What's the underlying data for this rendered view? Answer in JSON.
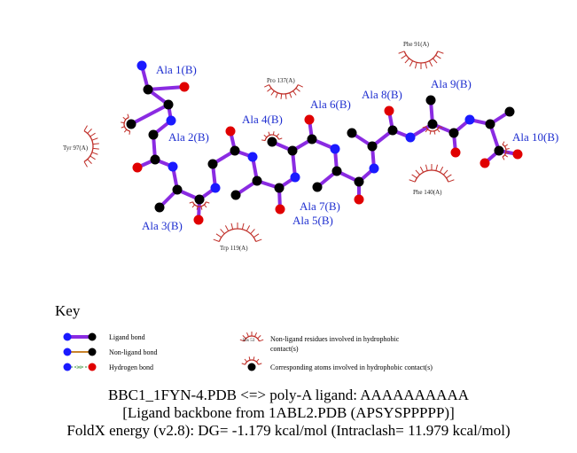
{
  "diagram": {
    "residue_labels": [
      "Ala 1(B)",
      "Ala 2(B)",
      "Ala 3(B)",
      "Ala 4(B)",
      "Ala 5(B)",
      "Ala 6(B)",
      "Ala 7(B)",
      "Ala 8(B)",
      "Ala 9(B)",
      "Ala 10(B)"
    ],
    "hydrophobic_residues": [
      "Phe 91(A)",
      "Pro 137(A)",
      "Tyr 97(A)",
      "Phe 140(A)",
      "Trp 119(A)"
    ]
  },
  "key": {
    "title": "Key",
    "ligand_bond": "Ligand bond",
    "nonligand_bond": "Non-ligand bond",
    "hydrogen_bond": "Hydrogen bond",
    "hbond_length": "3.0",
    "residue_example": "His 53",
    "residues_text_1": "Non-ligand residues involved in hydrophobic",
    "residues_text_2": "contact(s)",
    "atoms_text": "Corresponding atoms involved in hydrophobic contact(s)"
  },
  "footer": {
    "line1": "BBC1_1FYN-4.PDB <=> poly-A ligand: AAAAAAAAAA",
    "line2": "[Ligand backbone from 1ABL2.PDB (APSYSPPPPP)]",
    "line3": "FoldX energy (v2.8): DG= -1.179 kcal/mol (Intraclash= 11.979 kcal/mol)"
  },
  "colors": {
    "bond": "#8a2be2",
    "carbon": "#000000",
    "nitrogen": "#1a1aff",
    "oxygen": "#e00000",
    "label": "#1f2fd0",
    "hydrophobic": "#c0302a",
    "nonligand_bond": "#c8822a",
    "hbond": "#2a8a2a"
  }
}
